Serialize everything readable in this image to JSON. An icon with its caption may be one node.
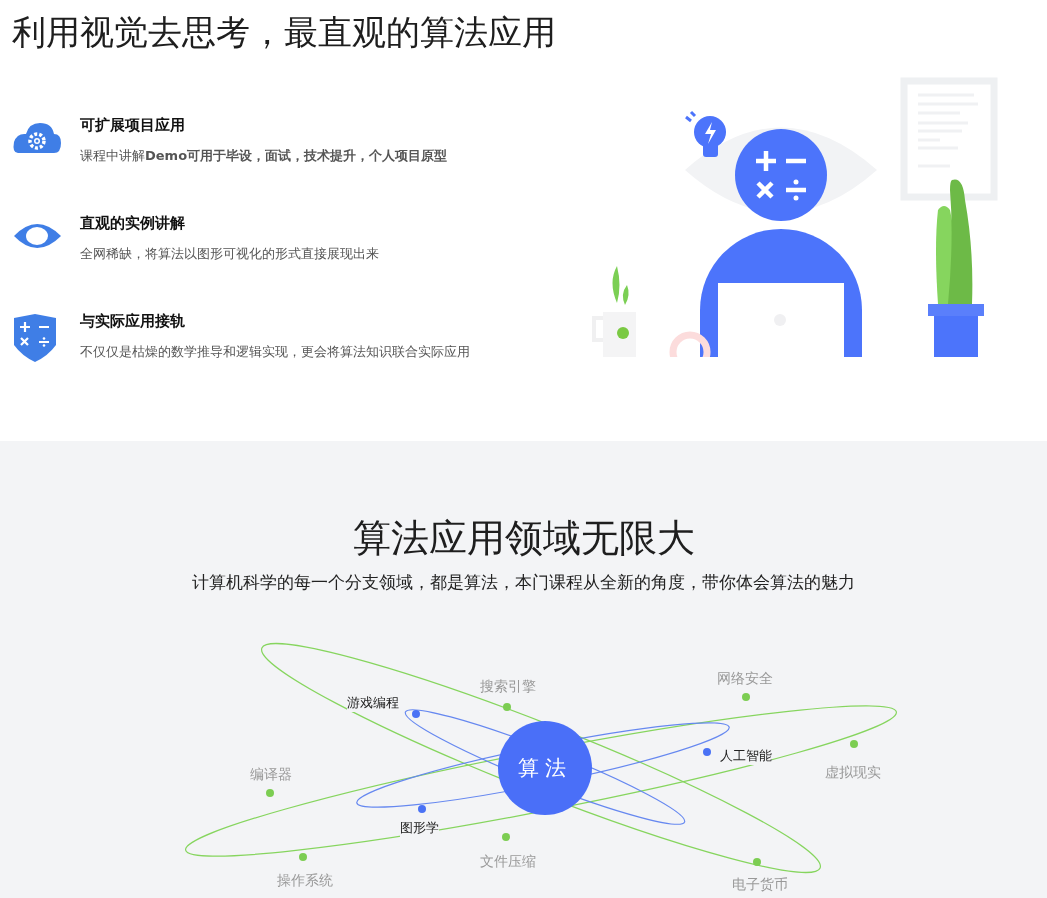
{
  "diagram": {
    "title": "利用视觉去思考，最直观的算法应用",
    "nodes": [
      {
        "text": [
          "算法"
        ]
      }
    ],
    "labels": [
      "可扩展项目应用",
      "课程中讲解**Demo可用于毕设，面试，技术提升，个人项目原型**",
      "直观的实例讲解",
      "全网稀缺，将算法以图形可视化的形式直接展现出来",
      "与实际应用接轨",
      "不仅仅是枯燥的数学推导和逻辑实现，更会将算法知识联合实际应用",
      "算法应用领域无限大",
      "计算机科学的每一个分支领域，都是算法，本门课程从全新的角度，带你体会算法的魅力",
      "网络安全",
      "搜索引擎",
      "游戏编程",
      "人工智能",
      "虚拟现实",
      "编译器",
      "图形学",
      "文件压缩",
      "操作系统",
      "电子货币"
    ]
  }
}
